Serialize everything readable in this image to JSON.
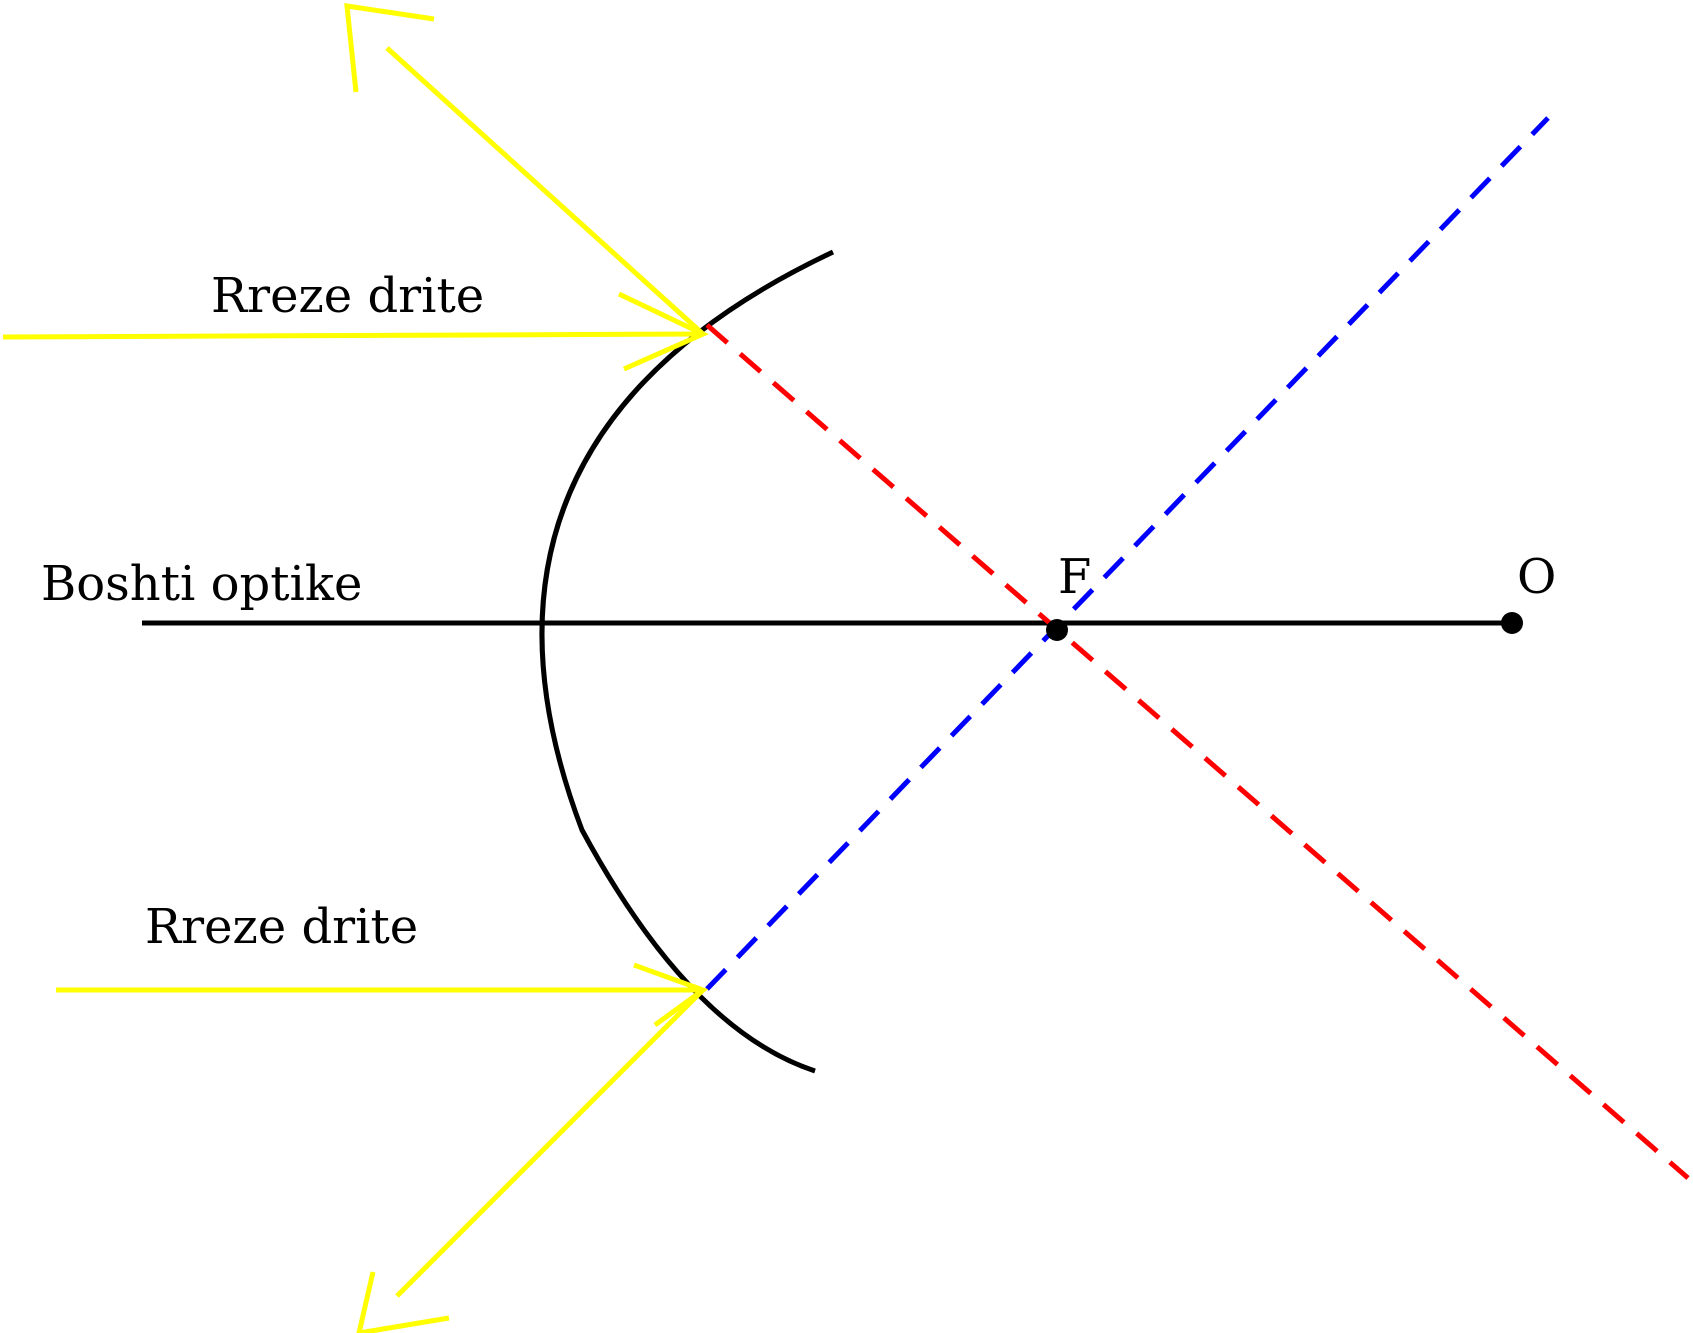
{
  "labels": {
    "ray_top": "Rreze drite",
    "ray_bottom": "Rreze drite",
    "optical_axis": "Boshti optike",
    "focus": "F",
    "center": "O"
  },
  "colors": {
    "ray": "#ffff00",
    "mirror": "#000000",
    "axis": "#000000",
    "extension_red": "#ff0000",
    "extension_blue": "#0000ff",
    "background": "#ffffff"
  },
  "icons": {
    "ray_arrowhead": "chevron-arrowhead-icon",
    "point_marker": "filled-circle-icon"
  }
}
